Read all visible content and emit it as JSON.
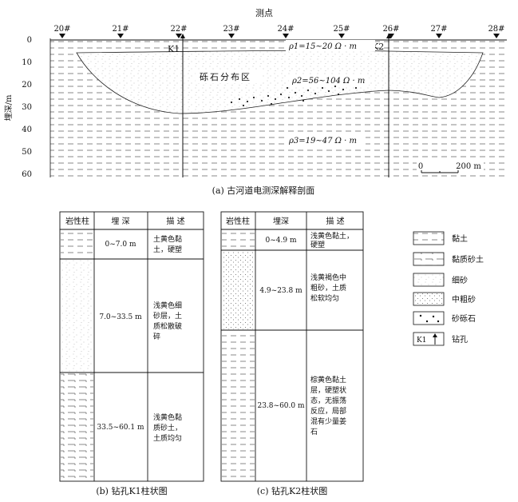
{
  "section": {
    "top_title": "测点",
    "stations": [
      "20#",
      "21#",
      "22#",
      "23#",
      "24#",
      "25#",
      "26#",
      "27#",
      "28#"
    ],
    "depth_ticks": [
      "0",
      "10",
      "20",
      "30",
      "40",
      "50",
      "60"
    ],
    "depth_label": "埋深/m",
    "boreholes": [
      "K1",
      "K2"
    ],
    "rho1": "ρ1=15~20 Ω · m",
    "rho2": "ρ2=56~104 Ω · m",
    "rho3": "ρ3=19~47 Ω · m",
    "zone_label": "砾石分布区",
    "scale": {
      "zero": "0",
      "end": "200 m"
    },
    "caption": "(a) 古河道电测深解释剖面"
  },
  "k1_table": {
    "headers": [
      "岩性柱",
      "埋 深",
      "描 述"
    ],
    "rows": [
      {
        "depth": "0~7.0 m",
        "desc_lines": [
          "土黄色黏",
          "土，硬塑"
        ]
      },
      {
        "depth": "7.0~33.5 m",
        "desc_lines": [
          "浅黄色细",
          "砂层，土",
          "质松散破",
          "碎"
        ]
      },
      {
        "depth": "33.5~60.1 m",
        "desc_lines": [
          "浅黄色黏",
          "质砂土，",
          "土质均匀"
        ]
      }
    ],
    "caption": "(b) 钻孔K1柱状图"
  },
  "k2_table": {
    "headers": [
      "岩性柱",
      "埋深",
      "描 述"
    ],
    "rows": [
      {
        "depth": "0~4.9 m",
        "desc_lines": [
          "浅黄色黏土，",
          "硬塑"
        ]
      },
      {
        "depth": "4.9~23.8 m",
        "desc_lines": [
          "浅黄褐色中",
          "粗砂，土质",
          "松软均匀"
        ]
      },
      {
        "depth": "23.8~60.0 m",
        "desc_lines": [
          "棕黄色黏土",
          "层，硬塑状",
          "态，无振荡",
          "反应，局部",
          "混有少量姜",
          "石"
        ]
      }
    ],
    "caption": "(c) 钻孔K2柱状图"
  },
  "legend": {
    "items": [
      "黏土",
      "黏质砂土",
      "细砂",
      "中粗砂",
      "砂砾石",
      "钻孔"
    ],
    "borehole_sample": "K1"
  }
}
